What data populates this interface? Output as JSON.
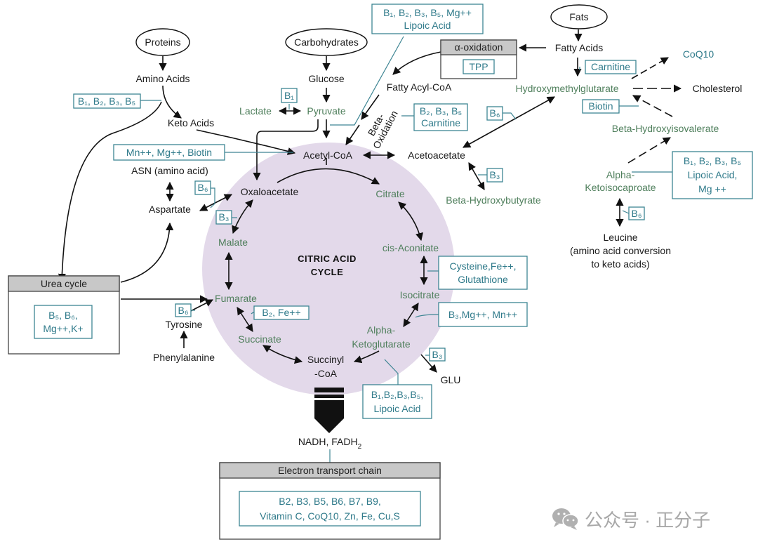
{
  "diagram": {
    "title": "CITRIC ACID CYCLE",
    "title_lines": [
      "CITRIC ACID",
      "CYCLE"
    ],
    "sources": {
      "proteins": "Proteins",
      "carbohydrates": "Carbohydrates",
      "fats": "Fats"
    },
    "nodes": {
      "amino_acids": "Amino Acids",
      "keto_acids": "Keto Acids",
      "glucose": "Glucose",
      "lactate": "Lactate",
      "pyruvate": "Pyruvate",
      "fatty_acids": "Fatty Acids",
      "fatty_acyl_coa": "Fatty Acyl-CoA",
      "beta_oxidation": [
        "Beta-",
        "Oxidation"
      ],
      "acetyl_coa": "Acetyl-CoA",
      "acetoacetate": "Acetoacetate",
      "beta_hydroxybutyrate": "Beta-Hydroxybutyrate",
      "hmg": "Hydroxymethylglutarate",
      "coq10": "CoQ10",
      "cholesterol": "Cholesterol",
      "beta_hydroxyisovalerate": "Beta-Hydroxyisovalerate",
      "alpha_ketoisocaproate": [
        "Alpha-",
        "Ketoisocaproate"
      ],
      "leucine": [
        "Leucine",
        "(amino acid conversion",
        "to keto acids)"
      ],
      "asn": "ASN (amino acid)",
      "aspartate": "Aspartate",
      "oxaloacetate": "Oxaloacetate",
      "citrate": "Citrate",
      "cis_aconitate": "cis-Aconitate",
      "isocitrate": "Isocitrate",
      "alpha_ketoglutarate": [
        "Alpha-",
        "Ketoglutarate"
      ],
      "succinyl_coa": [
        "Succinyl",
        "-CoA"
      ],
      "succinate": "Succinate",
      "fumarate": "Fumarate",
      "malate": "Malate",
      "glu": "GLU",
      "tyrosine": "Tyrosine",
      "phenylalanine": "Phenylalanine",
      "nadh_fadh2": "NADH, FADH",
      "nadh_sub": "2"
    },
    "processes": {
      "alpha_oxidation": {
        "label": "α-oxidation",
        "cofactors": [
          "TPP"
        ]
      },
      "urea_cycle": {
        "label": "Urea cycle",
        "cofactors": [
          "B₅, B₆,",
          "Mg++,K+"
        ]
      },
      "etc": {
        "label": "Electron transport chain",
        "cofactors": [
          "B2, B3, B5, B6, B7, B9,",
          "Vitamin C, CoQ10, Zn, Fe, Cu,S"
        ]
      }
    },
    "cofactors": {
      "pdh": [
        "B₁, B₂, B₃, B₅, Mg++",
        "Lipoic Acid"
      ],
      "amino_to_keto": "B₁, B₂, B₃, B₅",
      "lactate_pyruvate": "B₁",
      "beta_ox": [
        "B₂, B₃, B₅",
        "Carnitine"
      ],
      "pyruvate_carboxylase": "Mn++, Mg++, Biotin",
      "carnitine": "Carnitine",
      "biotin": "Biotin",
      "hmg_acetoacetate": "B₆",
      "acetoacetate_bhb": "B₃",
      "bckdh": [
        "B₁, B₂, B₃, B₅",
        "Lipoic Acid,",
        "Mg ++"
      ],
      "leucine": "B₆",
      "asp_oaa": "B₆",
      "malate_oaa": "B₃",
      "aconitase": [
        "Cysteine,Fe++,",
        "Glutathione"
      ],
      "idh": "B₃,Mg++, Mn++",
      "sdh": "B₂, Fe++",
      "akgdh": [
        "B₁,B₂,B₃,B₅,",
        "Lipoic Acid"
      ],
      "glu": "B₃",
      "tyrosine": "B₆"
    },
    "colors": {
      "intermediate_text": "#4f7f5c",
      "cofactor_text": "#2f7a8a",
      "cycle_fill": "#e3d9ea",
      "process_header": "#c8c8c8"
    }
  },
  "watermark": {
    "icon": "wechat-icon",
    "text": "公众号 · 正分子"
  }
}
